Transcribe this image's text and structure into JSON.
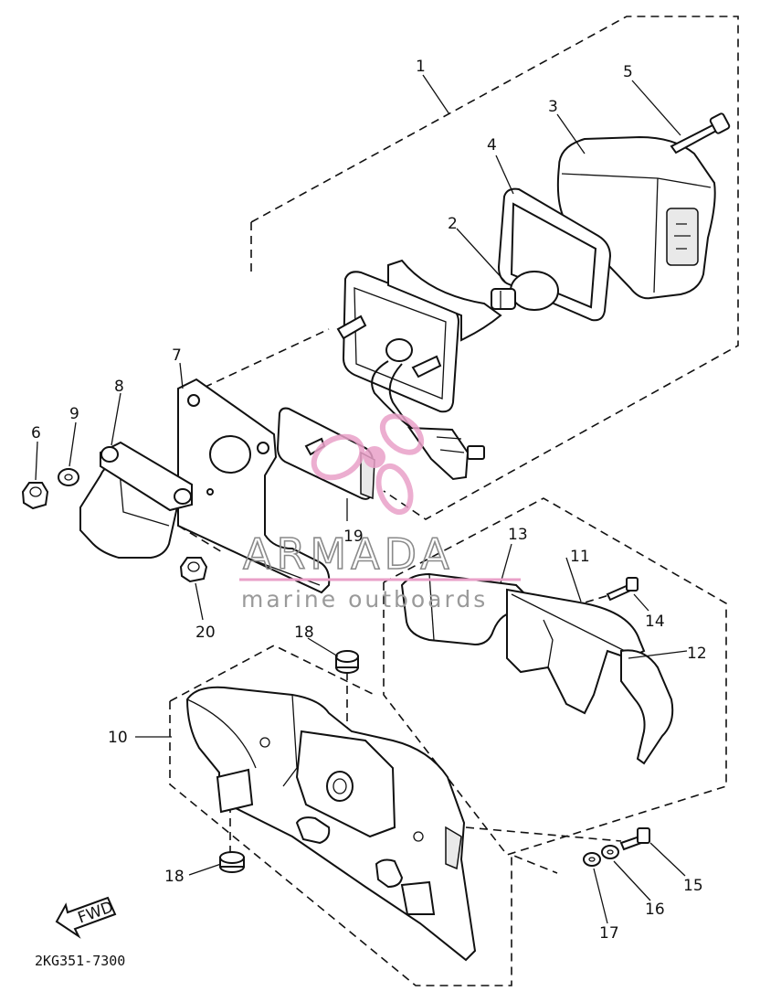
{
  "diagram": {
    "callouts": [
      "1",
      "2",
      "3",
      "4",
      "5",
      "6",
      "7",
      "8",
      "9",
      "10",
      "11",
      "12",
      "13",
      "14",
      "15",
      "16",
      "17",
      "18",
      "18",
      "19",
      "20"
    ],
    "part_code": "2KG351-7300",
    "fwd_label": "FWD"
  },
  "watermark": {
    "brand": "ARMADA",
    "tagline": "marine outboards",
    "logo_color": "#e9a0c8",
    "line_color": "#e9a0c8"
  }
}
